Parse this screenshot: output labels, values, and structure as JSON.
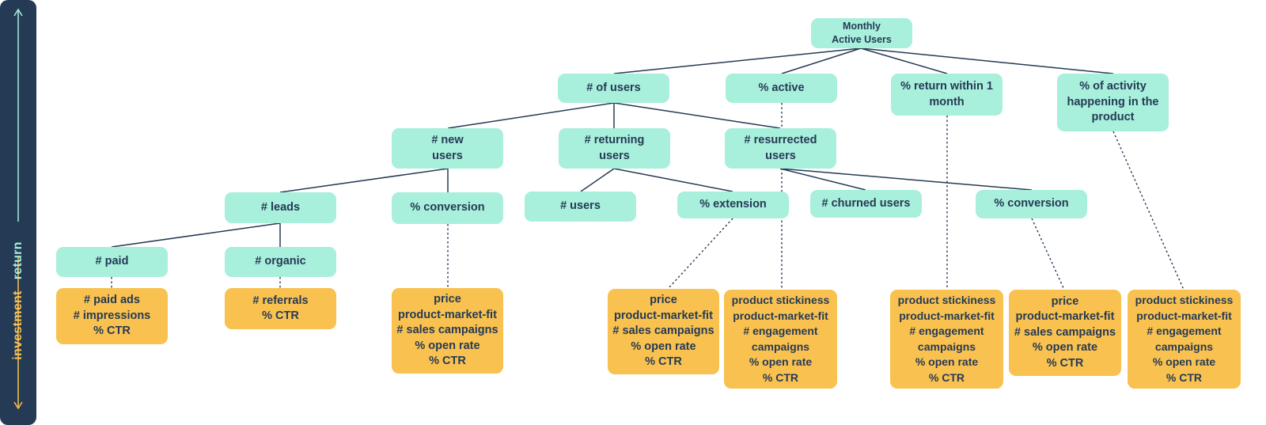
{
  "axis": {
    "investment": "investment",
    "return": "return"
  },
  "metrics": {
    "root": "Monthly\nActive Users",
    "users": "# of users",
    "active": "% active",
    "return_month": "% return within 1\nmonth",
    "activity": "% of activity\nhappening in the\nproduct",
    "new_users": "# new\nusers",
    "returning": "# returning\nusers",
    "resurrected": "# resurrected\nusers",
    "leads": "# leads",
    "conv1": "% conversion",
    "users2": "# users",
    "extension": "% extension",
    "churned": "# churned users",
    "conv2": "% conversion",
    "paid": "# paid",
    "organic": "# organic"
  },
  "factors": {
    "f_paid": "# paid ads\n# impressions\n% CTR",
    "f_organic": "# referrals\n% CTR",
    "f_conv1": "price\nproduct-market-fit\n# sales campaigns\n% open rate\n% CTR",
    "f_ext": "price\nproduct-market-fit\n# sales campaigns\n% open rate\n% CTR",
    "f_active": "product stickiness\nproduct-market-fit\n# engagement\ncampaigns\n% open rate\n% CTR",
    "f_return": "product stickiness\nproduct-market-fit\n# engagement\ncampaigns\n% open rate\n% CTR",
    "f_conv2": "price\nproduct-market-fit\n# sales campaigns\n% open rate\n% CTR",
    "f_activity": "product stickiness\nproduct-market-fit\n# engagement\ncampaigns\n% open rate\n% CTR"
  },
  "colors": {
    "metric": "#a8efdc",
    "factor": "#f9c14f",
    "sidebar": "#253a55",
    "text": "#253a55"
  }
}
